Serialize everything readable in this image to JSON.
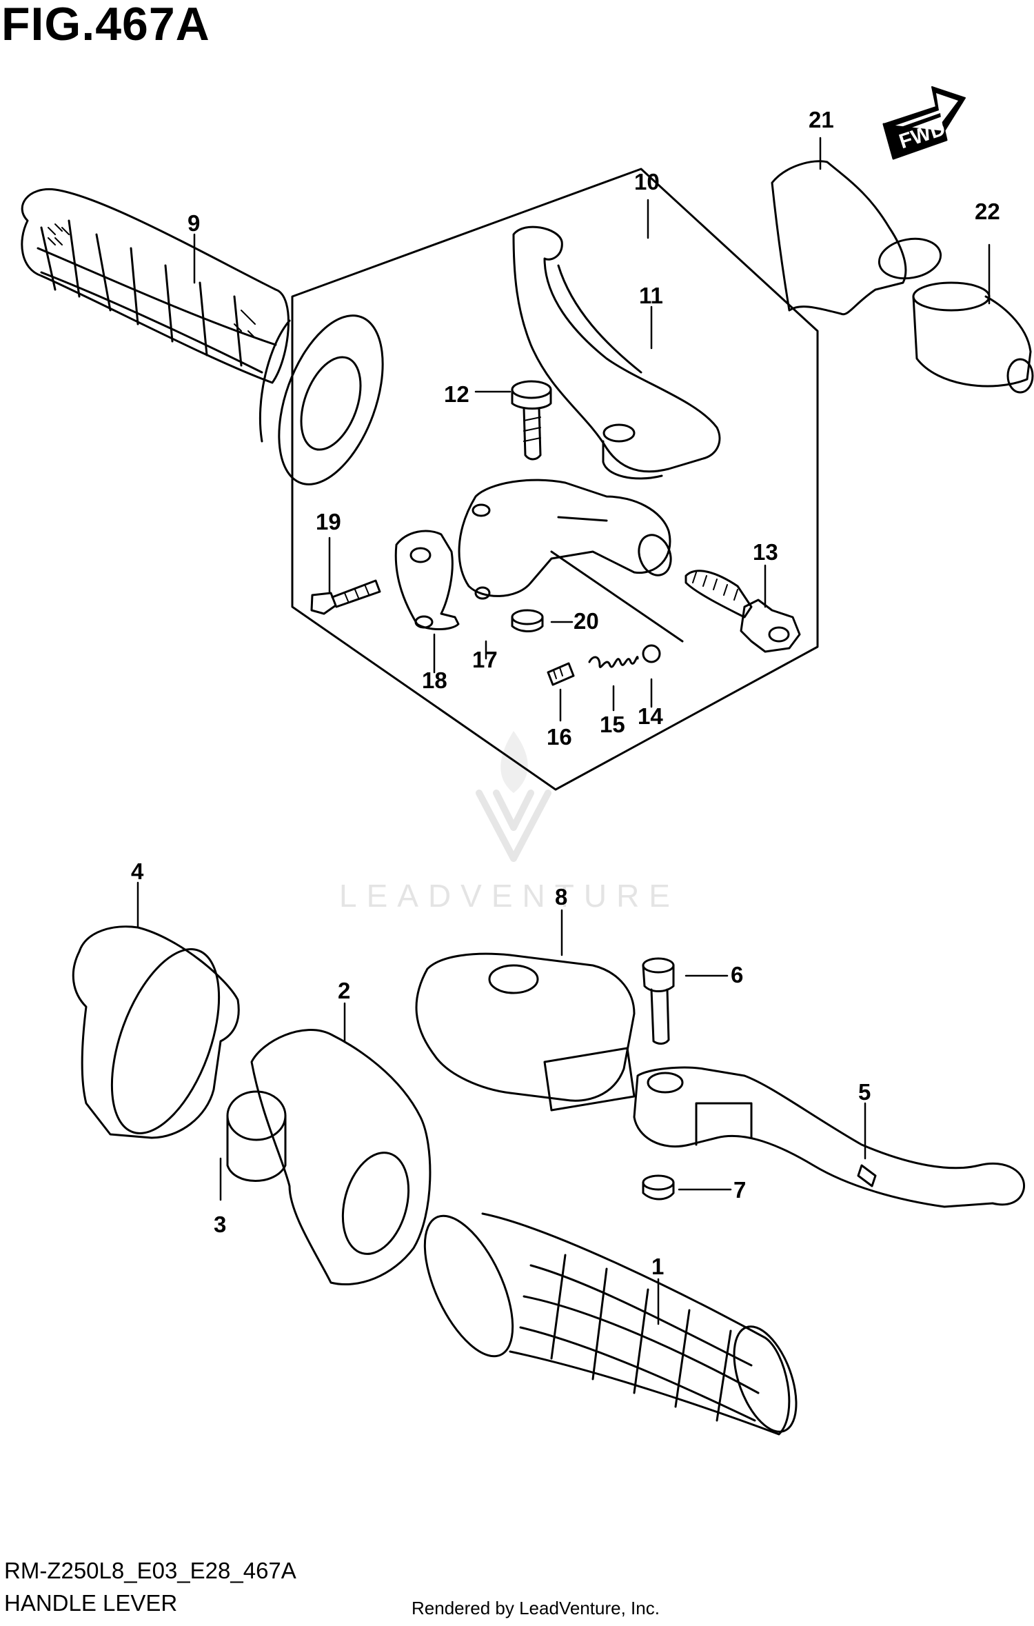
{
  "figure": {
    "title": "FIG.467A",
    "model_code": "RM-Z250L8_E03_E28_467A",
    "section_name": "HANDLE LEVER",
    "credit": "Rendered by LeadVenture, Inc.",
    "watermark": "LEADVENTURE",
    "direction_label": "FWD"
  },
  "callouts": [
    "1",
    "2",
    "3",
    "4",
    "5",
    "6",
    "7",
    "8",
    "9",
    "10",
    "11",
    "12",
    "13",
    "14",
    "15",
    "16",
    "17",
    "18",
    "19",
    "20",
    "21",
    "22"
  ]
}
